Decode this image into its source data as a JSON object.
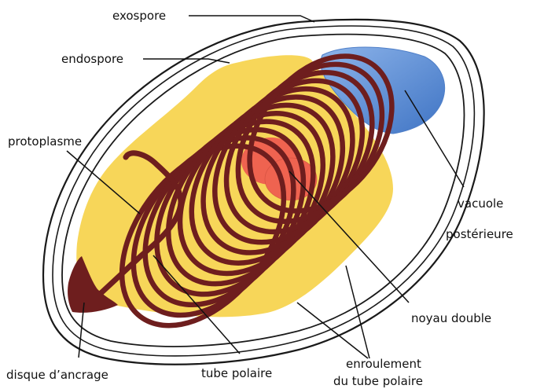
{
  "labels": {
    "exospore": "exospore",
    "endospore": "endospore",
    "protoplasme": "protoplasme",
    "vacuole_line1": "vacuole",
    "vacuole_line2": "postérieure",
    "noyau": "noyau double",
    "disque": "disque d’ancrage",
    "tube_polaire": "tube polaire",
    "enroulement_line1": "enroulement",
    "enroulement_line2": "du tube polaire"
  },
  "colors": {
    "protoplasm": "#F7D659",
    "tube": "#6E1E1E",
    "vacuole": "#5C8FD6",
    "nucleus": "#EF6350",
    "wall": "#1a1a1a",
    "leader": "#111111"
  },
  "coil_turns": 12
}
